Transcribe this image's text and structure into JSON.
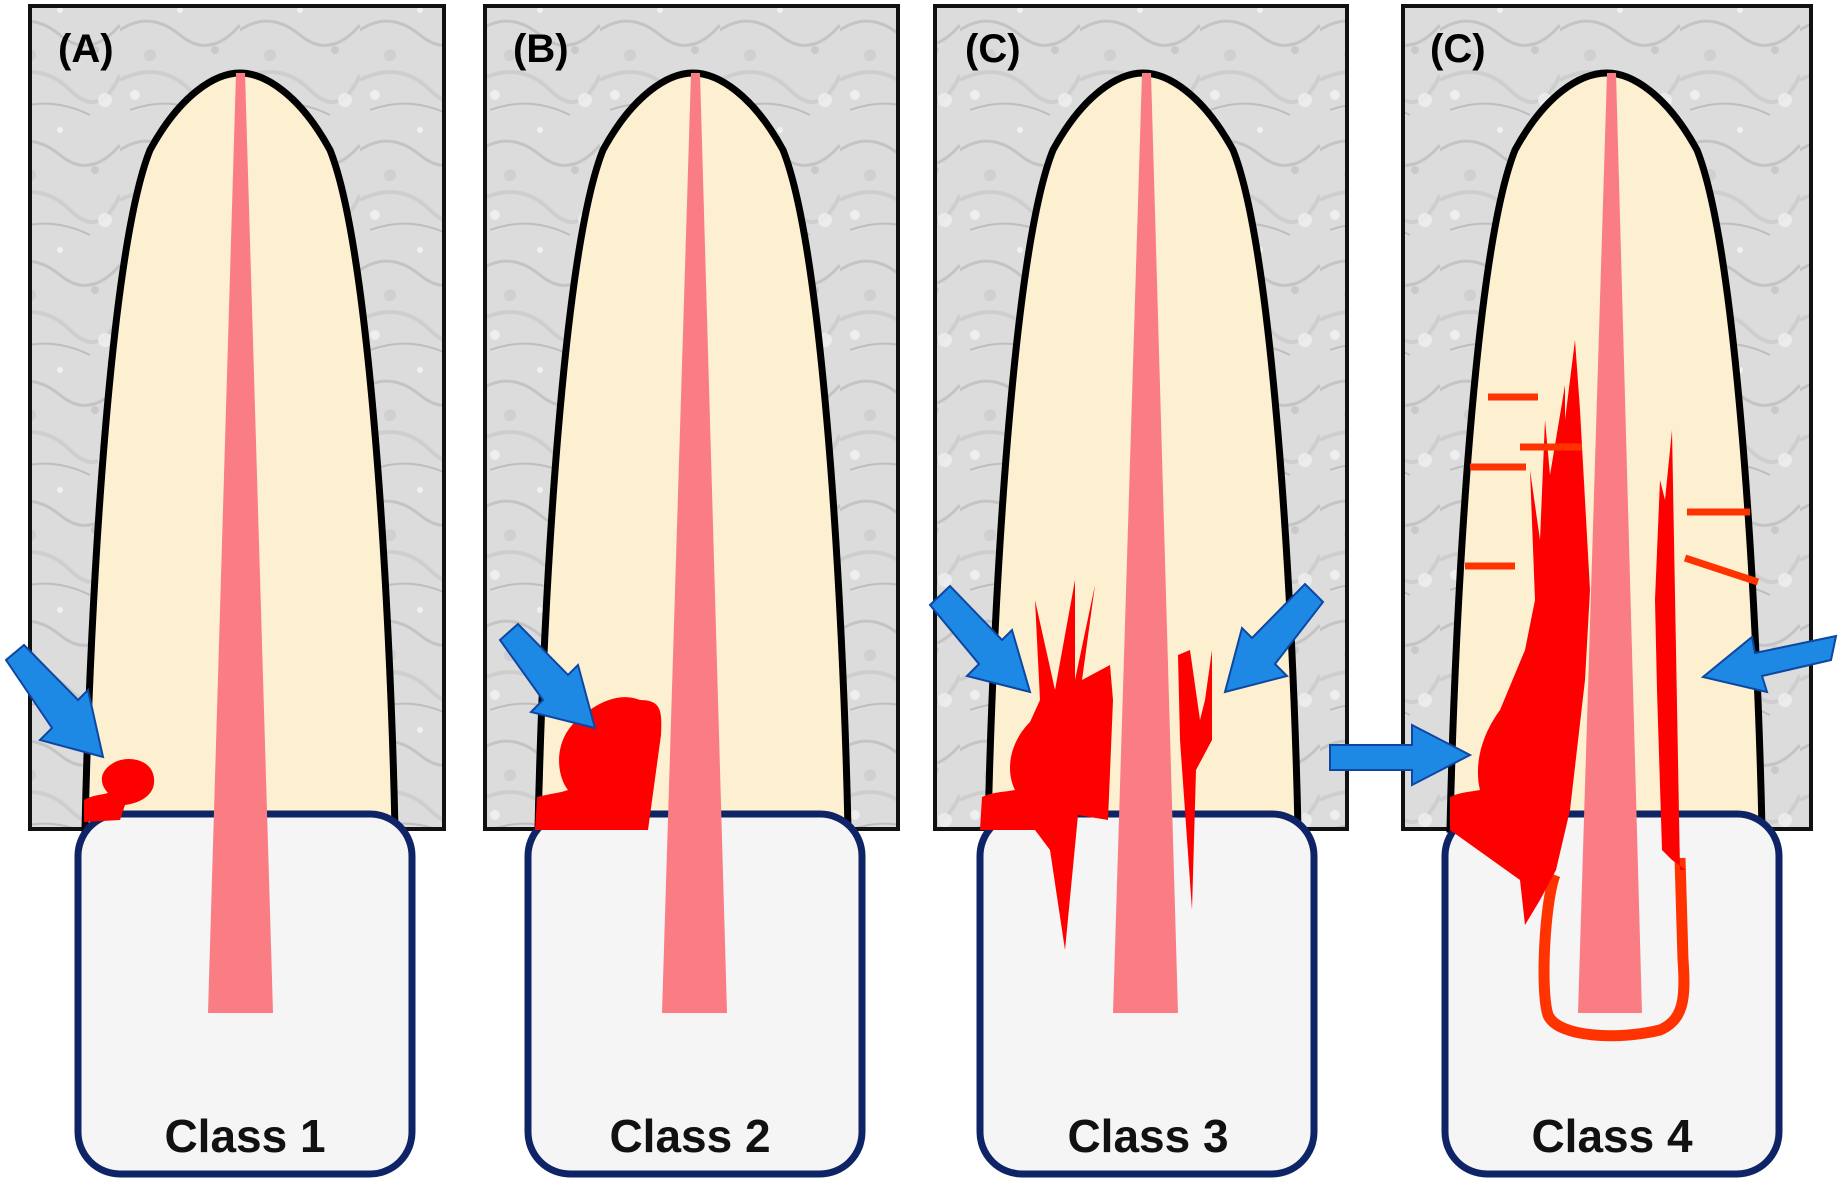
{
  "panels": [
    {
      "id": "A",
      "label": "(A)",
      "class_label": "Class 1"
    },
    {
      "id": "B",
      "label": "(B)",
      "class_label": "Class 2"
    },
    {
      "id": "C",
      "label": "(C)",
      "class_label": "Class 3"
    },
    {
      "id": "D",
      "label": "(C)",
      "class_label": "Class 4"
    }
  ],
  "colors": {
    "bone_bg": "#dcdcdc",
    "root_fill": "#fdf0d0",
    "root_outline": "#000000",
    "pulp_canal": "#fa7d84",
    "resorption_lesion": "#ff0000",
    "invasive_channel": "#ff3300",
    "arrow": "#1e88e5",
    "crown_fill": "#f5f5f5",
    "crown_outline": "#0e2466"
  }
}
